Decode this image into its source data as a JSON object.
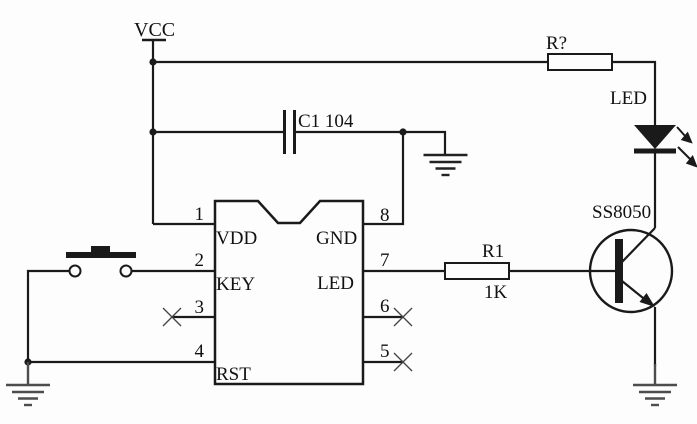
{
  "schematic": {
    "colors": {
      "background": "#fdfdfd",
      "wire": "#1a1a1a",
      "ground": "#4d4d4d"
    },
    "power": {
      "vcc_label": "VCC"
    },
    "capacitor": {
      "label": "C1 104"
    },
    "resistor_top": {
      "label": "R?"
    },
    "resistor_base": {
      "label": "R1",
      "value": "1K"
    },
    "led": {
      "label": "LED"
    },
    "transistor": {
      "label": "SS8050"
    },
    "ic": {
      "left_pins": [
        {
          "number": "1",
          "label": "VDD"
        },
        {
          "number": "2",
          "label": "KEY"
        },
        {
          "number": "3",
          "label": ""
        },
        {
          "number": "4",
          "label": "RST"
        }
      ],
      "right_pins": [
        {
          "number": "8",
          "label": "GND"
        },
        {
          "number": "7",
          "label": "LED"
        },
        {
          "number": "6",
          "label": ""
        },
        {
          "number": "5",
          "label": ""
        }
      ]
    }
  }
}
